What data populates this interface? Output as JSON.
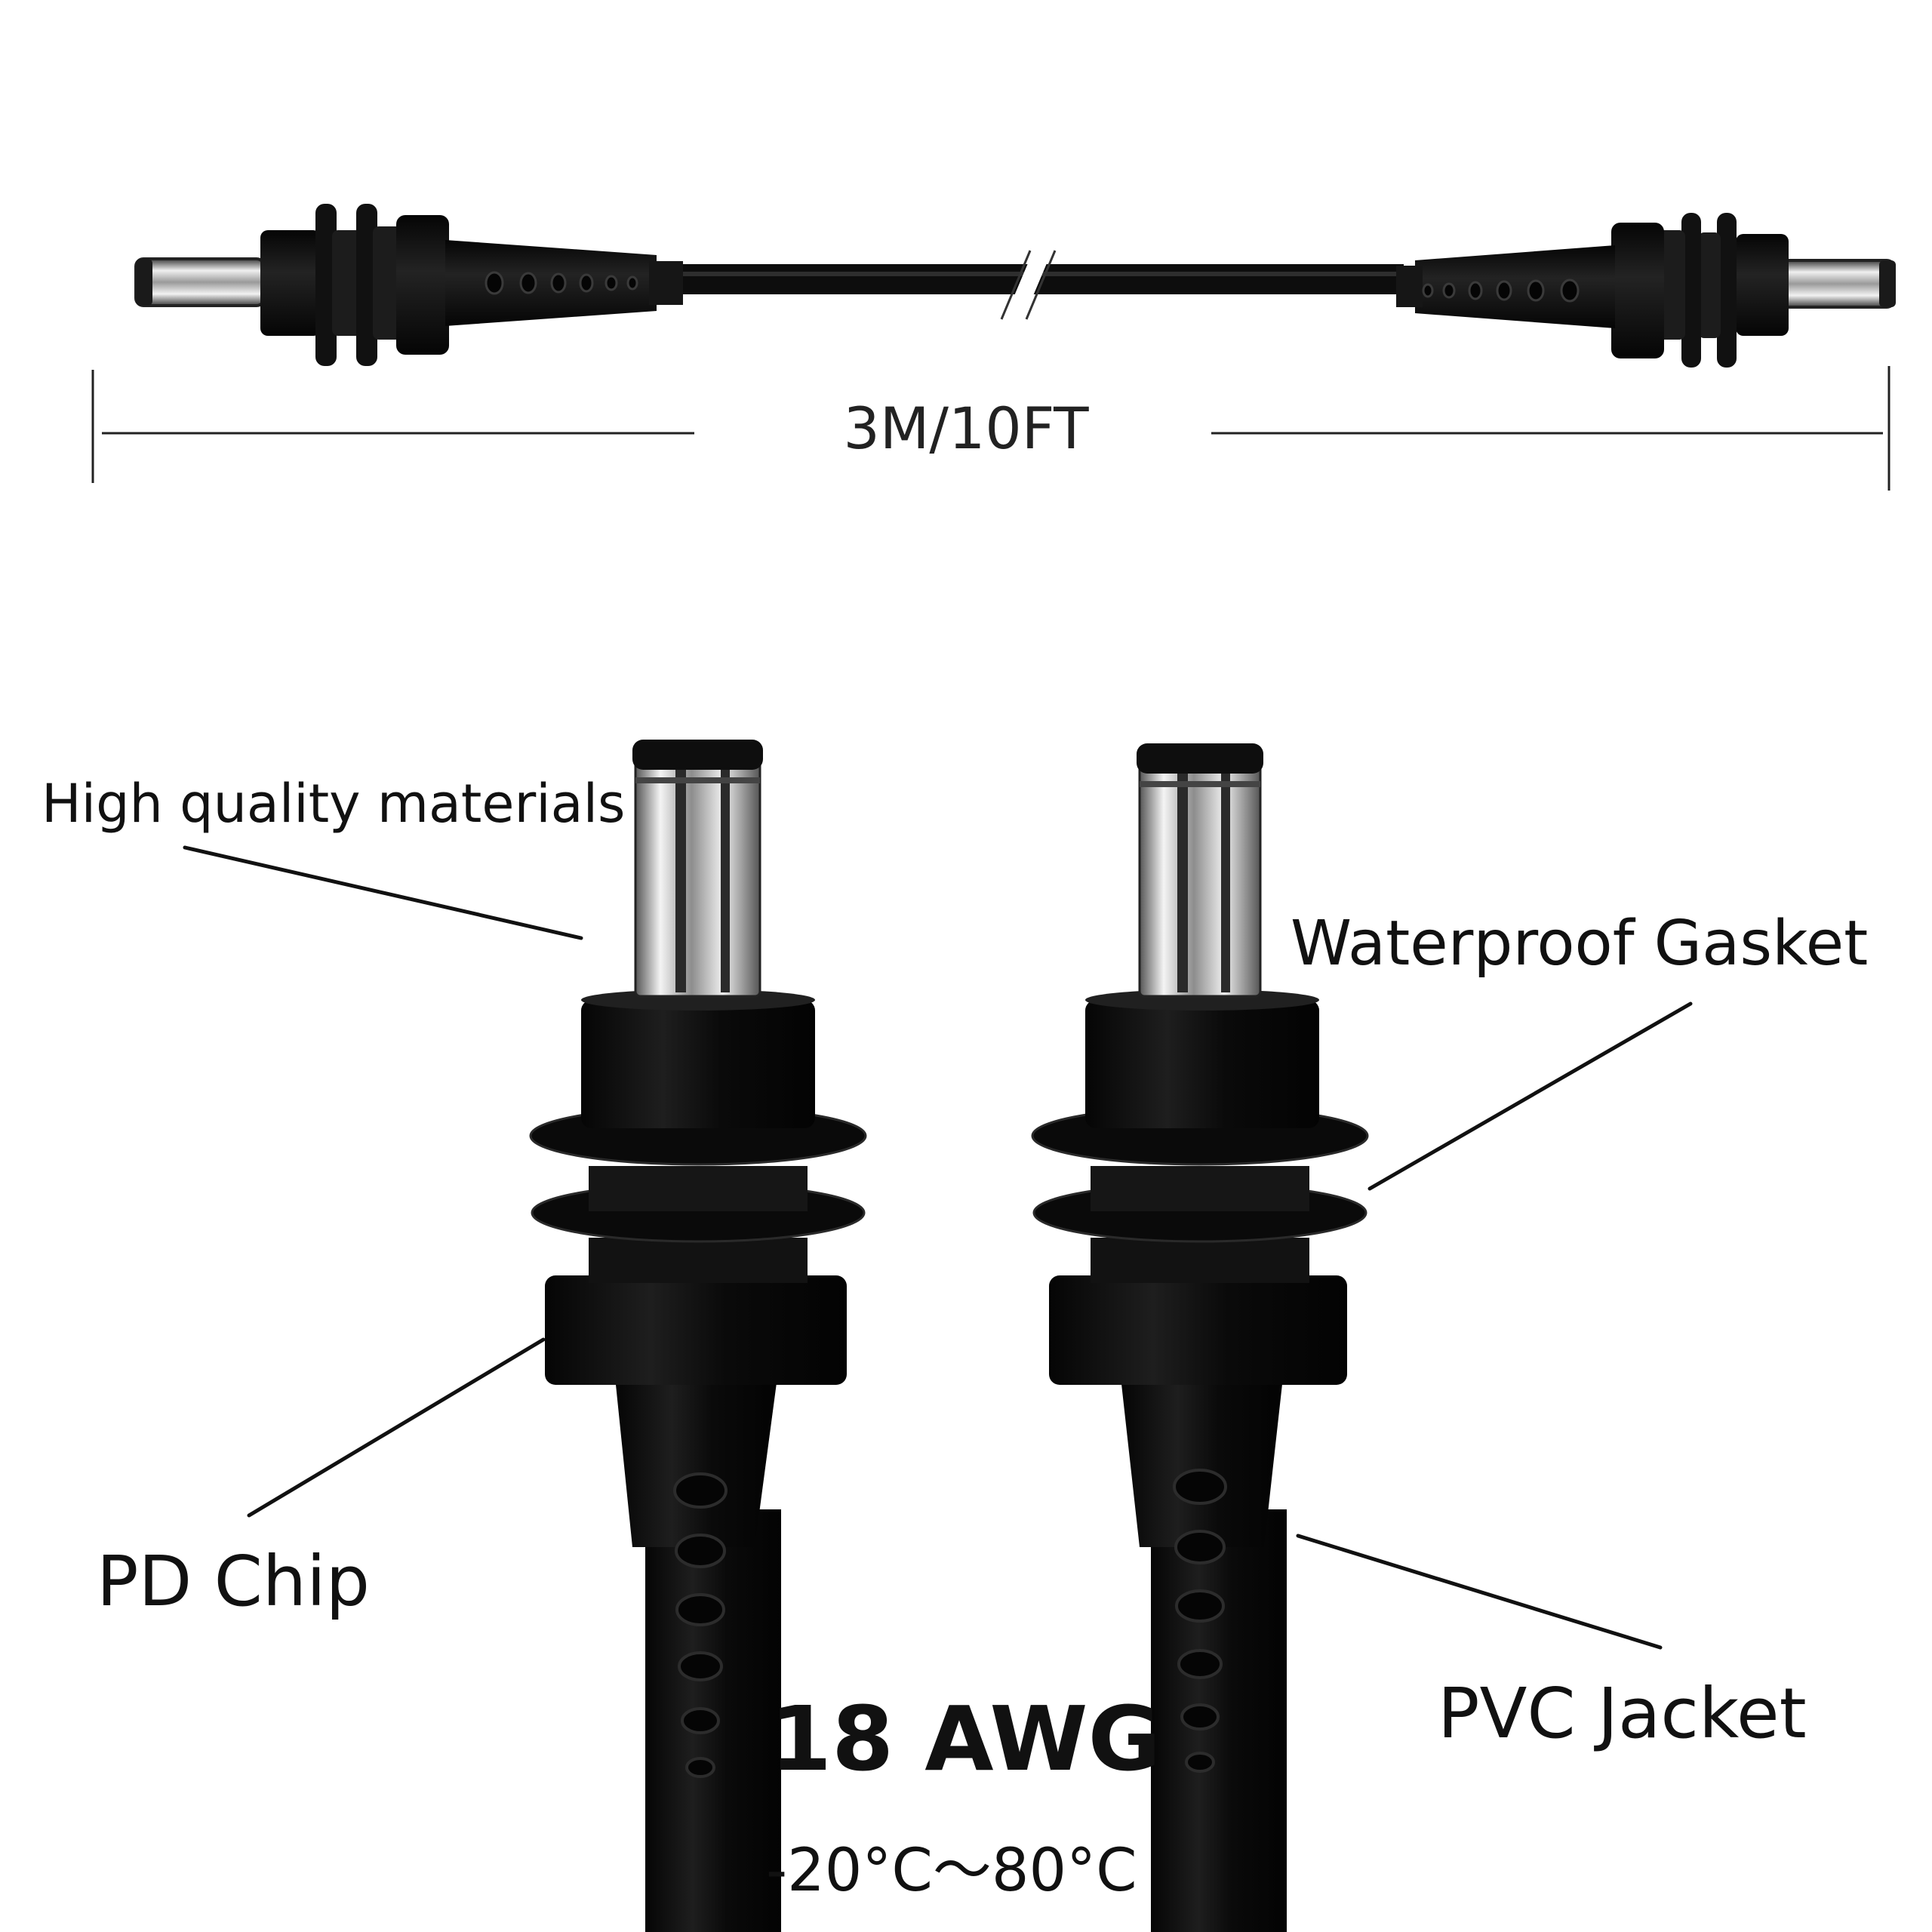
{
  "overview": {
    "length_label": "3M/10FT"
  },
  "callouts": {
    "high_quality": "High quality materials",
    "waterproof": "Waterproof Gasket",
    "pd_chip": "PD Chip",
    "pvc": "PVC Jacket"
  },
  "specs": {
    "gauge": "18 AWG",
    "temperature": "-20°C～80°C"
  },
  "colors": {
    "cable": "#0d0d0d",
    "metal": "#c9c9c9",
    "background": "#ffffff"
  }
}
